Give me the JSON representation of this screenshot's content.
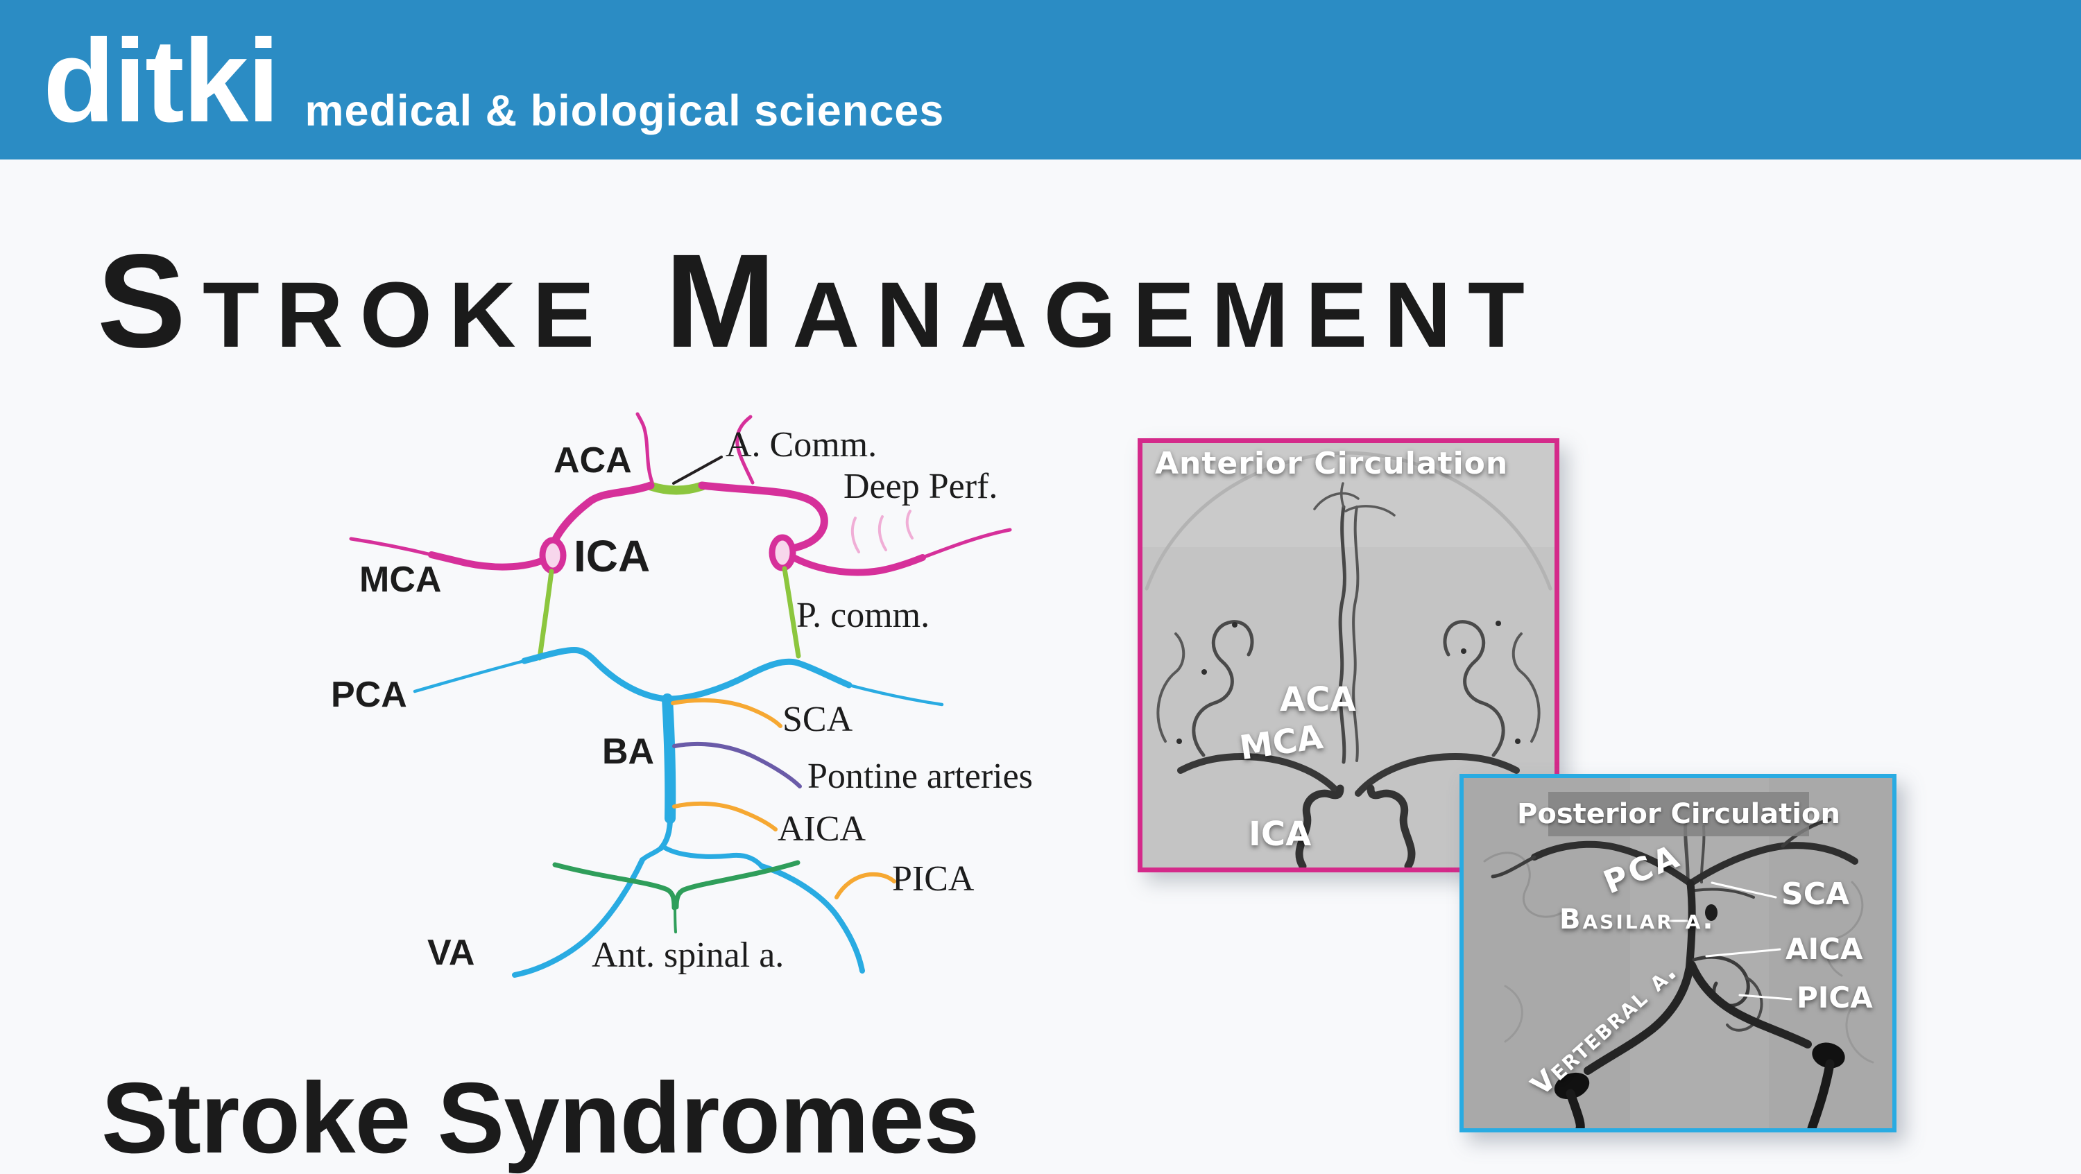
{
  "header": {
    "brand": "ditki",
    "tagline": "medical & biological sciences",
    "bg_color": "#2b8cc4"
  },
  "title": "Stroke Management",
  "footer_heading": "Stroke Syndromes",
  "diagram": {
    "aca": "ACA",
    "a_comm": "A. Comm.",
    "deep_perf": "Deep Perf.",
    "mca": "MCA",
    "ica": "ICA",
    "p_comm": "P. comm.",
    "pca": "PCA",
    "sca": "SCA",
    "ba": "BA",
    "pontine": "Pontine arteries",
    "aica": "AICA",
    "pica": "PICA",
    "va": "VA",
    "ant_spinal": "Ant. spinal a.",
    "colors": {
      "pink": "#d6309a",
      "pink_fill": "#f7d7ec",
      "pale_pink": "#f0aed6",
      "green": "#8cc63e",
      "dark_green": "#2f9e5a",
      "blue": "#29abe2",
      "orange": "#f6a832",
      "purple": "#6a5ba8"
    }
  },
  "anterior_panel": {
    "title": "Anterior Circulation",
    "aca": "ACA",
    "mca": "MCA",
    "ica": "ICA",
    "border_color": "#d42a8a"
  },
  "posterior_panel": {
    "title": "Posterior Circulation",
    "pca": "PCA",
    "basilar": "Basilar a.",
    "sca": "SCA",
    "aica": "AICA",
    "pica": "PICA",
    "vertebral": "Vertebral a.",
    "border_color": "#29abe2"
  }
}
